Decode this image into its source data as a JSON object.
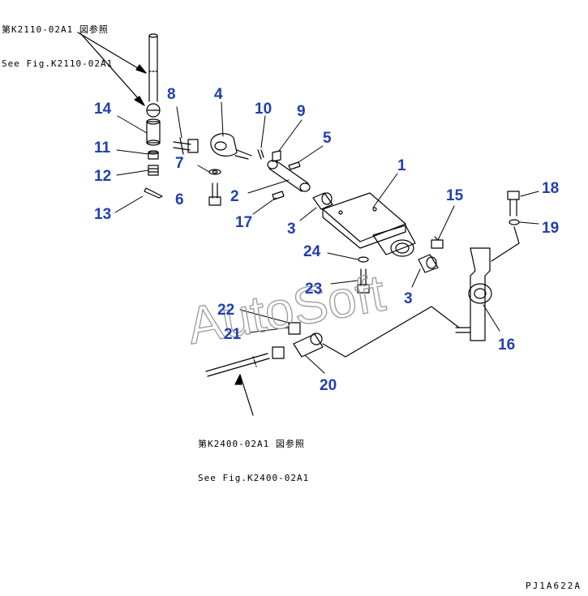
{
  "references": {
    "top": {
      "jp": "第K2110-02A1 図参照",
      "en": "See Fig.K2110-02A1"
    },
    "bottom": {
      "jp": "第K2400-02A1 図参照",
      "en": "See Fig.K2400-02A1"
    }
  },
  "watermark": "AutoSoft",
  "drawing_code": "PJ1A622A",
  "callouts": [
    "14",
    "8",
    "4",
    "10",
    "9",
    "5",
    "11",
    "12",
    "7",
    "6",
    "2",
    "17",
    "13",
    "1",
    "15",
    "18",
    "19",
    "3",
    "24",
    "23",
    "3",
    "22",
    "21",
    "16",
    "20"
  ],
  "colors": {
    "callout": "#1f3fb0",
    "line": "#000000"
  }
}
